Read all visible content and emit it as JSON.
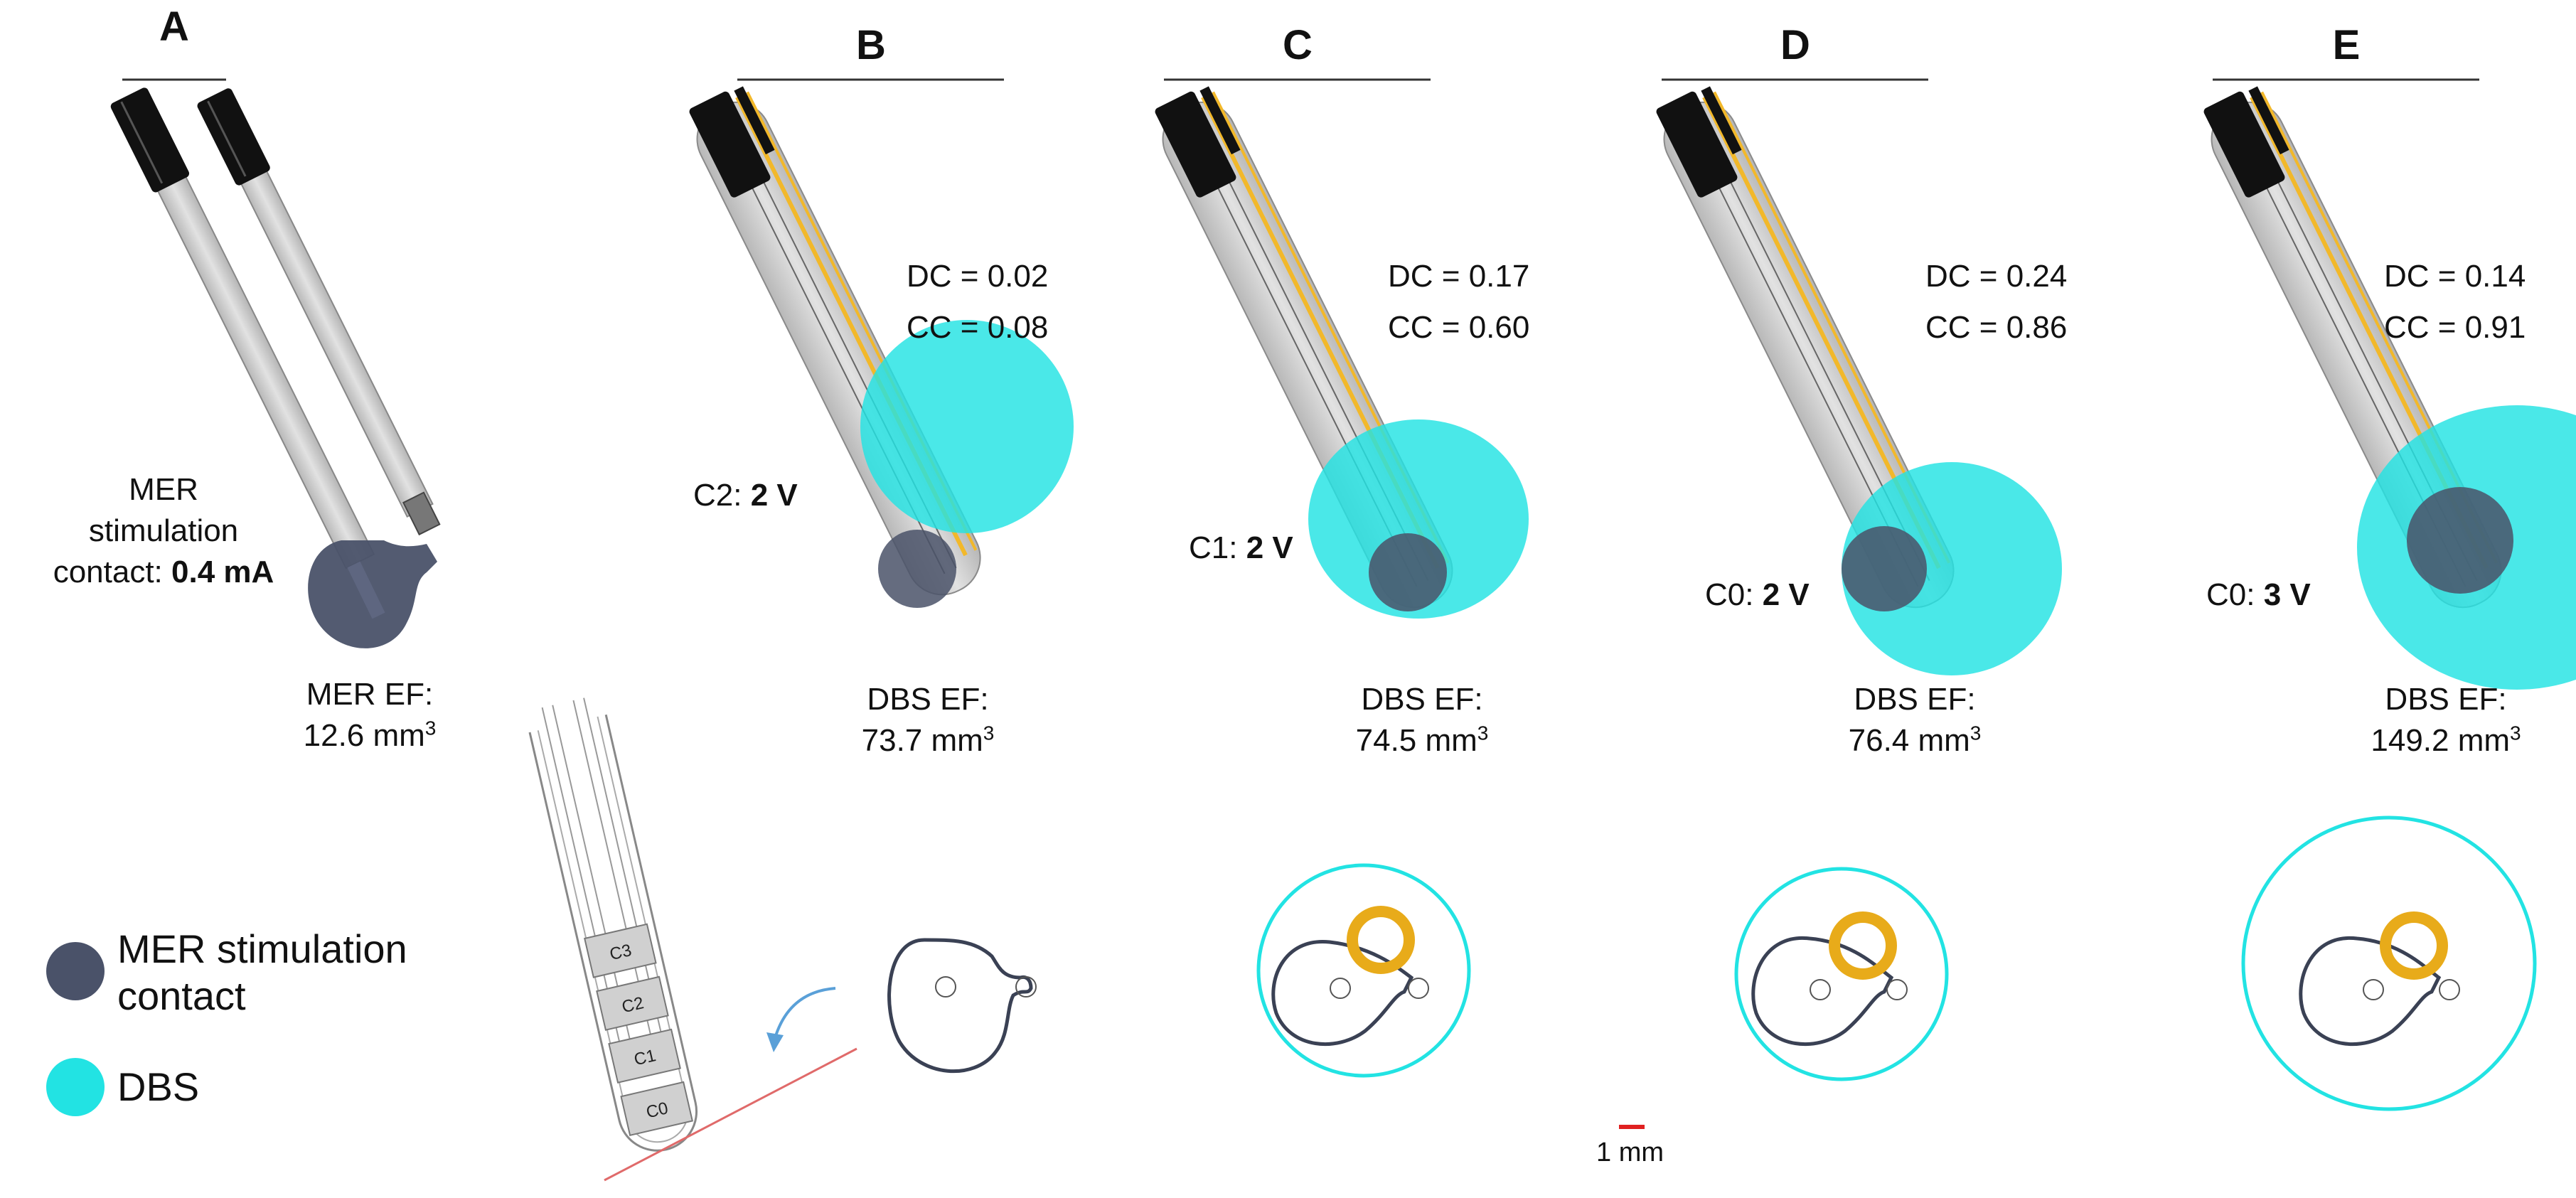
{
  "colors": {
    "mer": "#4a5269",
    "dbs": "#22e3e3",
    "lead": "#c9c9c9",
    "cap": "#111111",
    "gold": "#f2b82a",
    "scale": "#e02020"
  },
  "panelA": {
    "title": "A",
    "stim_line1": "MER",
    "stim_line2": "stimulation",
    "stim_line3": "contact:",
    "stim_value": "0.4 mA",
    "ef_label": "MER EF:",
    "ef_value": "12.6 mm",
    "ef_unit_sup": "3"
  },
  "panels": [
    {
      "id": "B",
      "title": "B",
      "dc": "DC = 0.02",
      "cc": "CC = 0.08",
      "contact": "C2:",
      "voltage": "2 V",
      "ef_label": "DBS EF:",
      "ef_value": "73.7 mm",
      "ef_sup": "3"
    },
    {
      "id": "C",
      "title": "C",
      "dc": "DC = 0.17",
      "cc": "CC = 0.60",
      "contact": "C1:",
      "voltage": "2 V",
      "ef_label": "DBS EF:",
      "ef_value": "74.5 mm",
      "ef_sup": "3"
    },
    {
      "id": "D",
      "title": "D",
      "dc": "DC = 0.24",
      "cc": "CC = 0.86",
      "contact": "C0:",
      "voltage": "2 V",
      "ef_label": "DBS EF:",
      "ef_value": "76.4 mm",
      "ef_sup": "3"
    },
    {
      "id": "E",
      "title": "E",
      "dc": "DC = 0.14",
      "cc": "CC = 0.91",
      "contact": "C0:",
      "voltage": "3 V",
      "ef_label": "DBS EF:",
      "ef_value": "149.2 mm",
      "ef_sup": "3"
    }
  ],
  "schematic": {
    "contacts": [
      "C3",
      "C2",
      "C1",
      "C0"
    ]
  },
  "legend": {
    "mer_line1": "MER stimulation",
    "mer_line2": "contact",
    "dbs": "DBS"
  },
  "scale_bar": {
    "label": "1 mm"
  }
}
